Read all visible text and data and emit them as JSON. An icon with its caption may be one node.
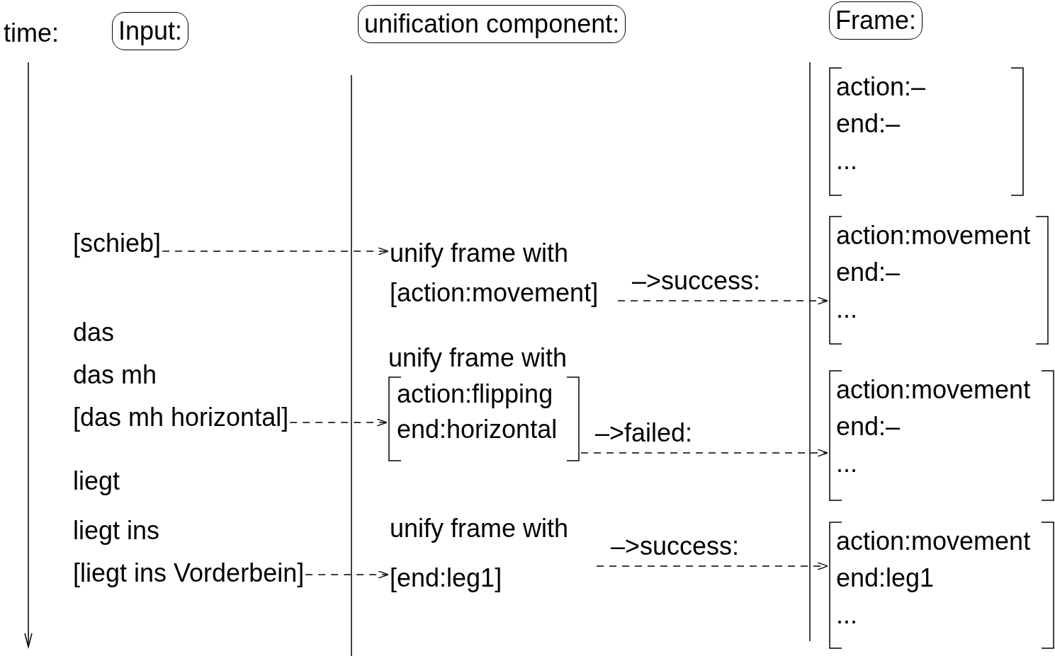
{
  "diagram": {
    "nodes": [
      {
        "text": [
          "Input:"
        ]
      },
      {
        "text": [
          "unification component:"
        ]
      },
      {
        "text": [
          "Frame:"
        ]
      },
      {
        "text": [
          "action:–",
          "end:–",
          "..."
        ]
      },
      {
        "text": [
          "[schieb]"
        ]
      },
      {
        "text": [
          "unify frame with [action:movement]"
        ]
      },
      {
        "text": [
          "action:movement",
          "end:–",
          "..."
        ]
      },
      {
        "text": [
          "[das mh horizontal]"
        ]
      },
      {
        "text": [
          "unify frame with",
          "action:flipping",
          "end:horizontal"
        ]
      },
      {
        "text": [
          "action:movement",
          "end:–",
          "..."
        ]
      },
      {
        "text": [
          "[liegt ins Vorderbein]"
        ]
      },
      {
        "text": [
          "unify frame with [end:leg1]"
        ]
      },
      {
        "text": [
          "action:movement",
          "end:leg1",
          "..."
        ]
      }
    ],
    "edges": [
      {
        "from": 4,
        "to": 5,
        "arrow": "to",
        "style": "dashed"
      },
      {
        "from": 5,
        "to": 6,
        "arrow": "to",
        "style": "dashed",
        "label": "–>success:"
      },
      {
        "from": 7,
        "to": 8,
        "arrow": "to",
        "style": "dashed"
      },
      {
        "from": 8,
        "to": 9,
        "arrow": "to",
        "style": "dashed",
        "label": "–>failed:"
      },
      {
        "from": 10,
        "to": 11,
        "arrow": "to",
        "style": "dashed"
      },
      {
        "from": 11,
        "to": 12,
        "arrow": "to",
        "style": "dashed",
        "label": "–>success:"
      }
    ],
    "labels": [
      "time:",
      "das",
      "das mh",
      "liegt",
      "liegt ins"
    ]
  }
}
